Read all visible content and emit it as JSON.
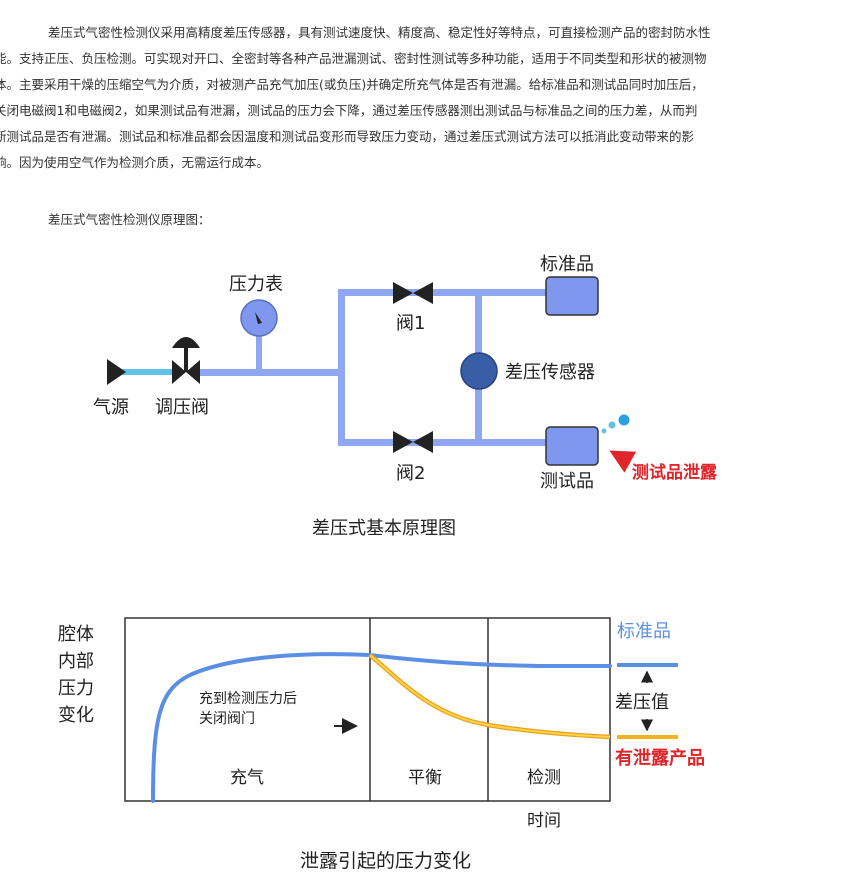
{
  "intro_lines": [
    "差压式气密性检测仪采用高精度差压传感器，具有测试速度快、精度高、稳定性好等特点，可直接检测产品的密封防水性",
    "能。支持正压、负压检测。可实现对开口、全密封等各种产品泄漏测试、密封性测试等多种功能，适用于不同类型和形状的被测物",
    "体。主要采用干燥的压缩空气为介质，对被测产品充气加压(或负压)并确定所充气体是否有泄漏。给标准品和测试品同时加压后，",
    "关闭电磁阀1和电磁阀2，如果测试品有泄漏，测试品的压力会下降，通过差压传感器测出测试品与标准品之间的压力差，从而判",
    "断测试品是否有泄漏。测试品和标准品都会因温度和测试品变形而导致压力变动，通过差压式测试方法可以抵消此变动带来的影",
    "响。因为使用空气作为检测介质，无需运行成本。"
  ],
  "diagram_section_title": "差压式气密性检测仪原理图：",
  "schematic": {
    "air_source": "气源",
    "regulator_valve": "调压阀",
    "pressure_gauge": "压力表",
    "valve1": "阀1",
    "valve2": "阀2",
    "standard_part": "标准品",
    "diff_sensor": "差压传感器",
    "test_part": "测试品",
    "leak_label": "测试品泄露",
    "caption": "差压式基本原理图"
  },
  "pressure_chart": {
    "ylabel_lines": [
      "腔体",
      "内部",
      "压力",
      "变化"
    ],
    "phases": [
      "充气",
      "平衡",
      "检测"
    ],
    "xlabel": "时间",
    "annotation_lines": [
      "充到检测压力后",
      "关闭阀门"
    ],
    "standard_label": "标准品",
    "diff_label": "差压值",
    "leak_label": "有泄露产品",
    "caption": "泄露引起的压力变化"
  },
  "colors": {
    "pipe": "#8fa6f0",
    "source_pipe": "#5fc3e8",
    "component_fill": "#7f97ee",
    "sensor_fill": "#3a5da8",
    "leak_red": "#e0252b",
    "standard_blue": "#5b8fe6",
    "leak_orange": "#f2b21f"
  }
}
